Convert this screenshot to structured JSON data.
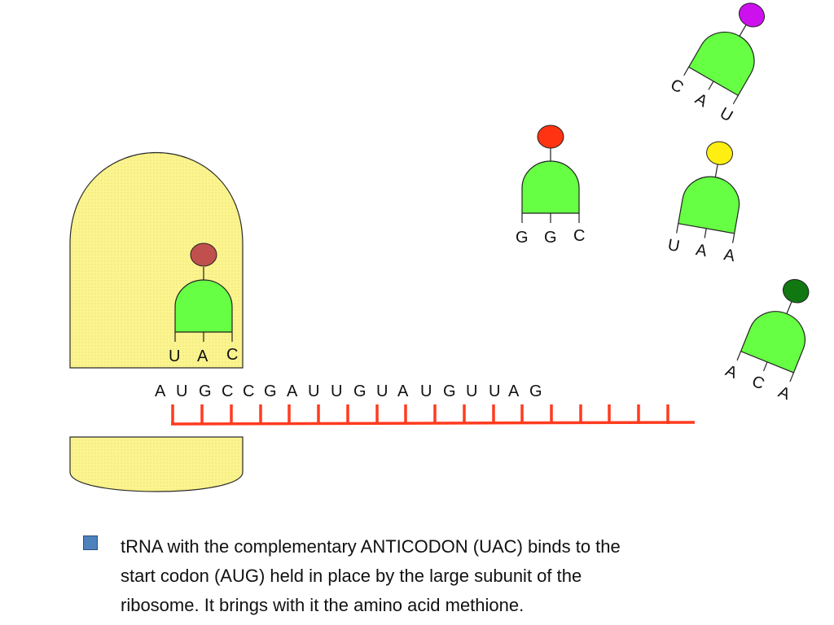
{
  "colors": {
    "ribosome_fill": "#fbf48f",
    "ribosome_stroke": "#2a2a2a",
    "trna_body": "#66ff44",
    "mrna": "#ff3b1f"
  },
  "mrna": {
    "sequence": [
      "A",
      "U",
      "G",
      "C",
      "C",
      "G",
      "A",
      "U",
      "U",
      "G",
      "U",
      "A",
      "U",
      "G",
      "U",
      "U",
      "A",
      "G"
    ]
  },
  "bound_trna": {
    "anticodon": [
      "U",
      "A",
      "C"
    ],
    "amino_acid_color": "#c0504d"
  },
  "free_trnas": [
    {
      "anticodon": [
        "C",
        "A",
        "U"
      ],
      "amino_acid_color": "#cc11ee"
    },
    {
      "anticodon": [
        "G",
        "G",
        "C"
      ],
      "amino_acid_color": "#ff3311"
    },
    {
      "anticodon": [
        "U",
        "A",
        "A"
      ],
      "amino_acid_color": "#ffee11"
    },
    {
      "anticodon": [
        "A",
        "C",
        "A"
      ],
      "amino_acid_color": "#117711"
    }
  ],
  "caption": {
    "line1": "tRNA with the complementary ANTICODON (UAC) binds to the",
    "line2": "start codon (AUG) held in place by the large subunit of the",
    "line3": "ribosome.  It brings with it the amino acid methione."
  }
}
